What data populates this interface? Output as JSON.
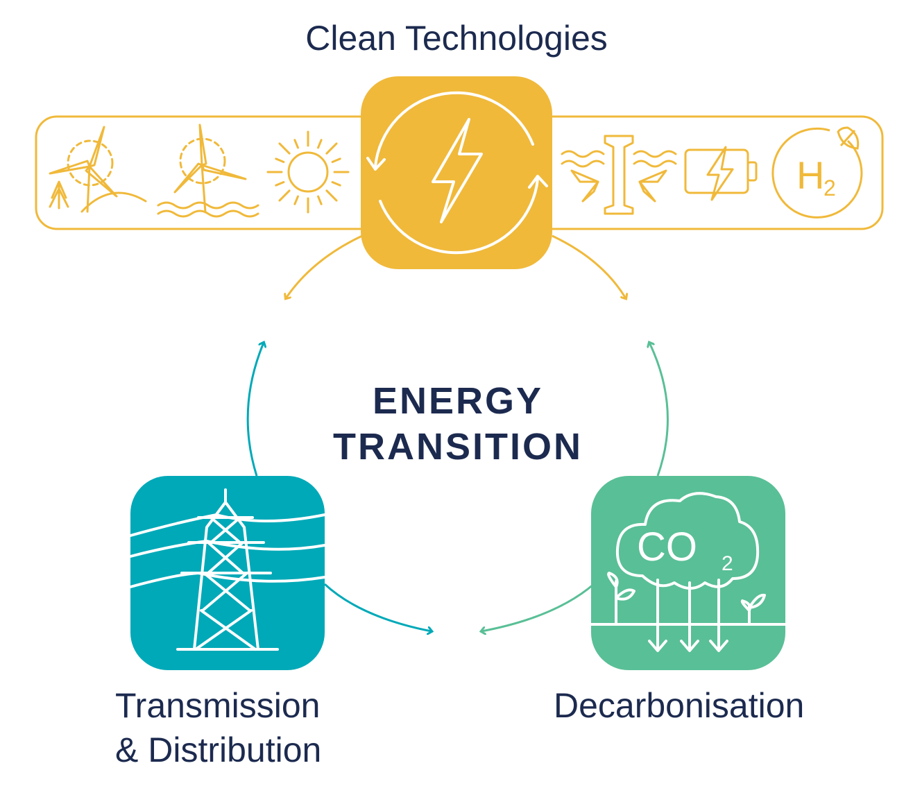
{
  "colors": {
    "clean": "#f0b93a",
    "transmission": "#00a9b8",
    "decarbon": "#59bf96",
    "text": "#1c2a4f"
  },
  "nodes": {
    "clean": {
      "title": "Clean Technologies",
      "icons": [
        "onshore-wind-icon",
        "offshore-wind-icon",
        "solar-icon",
        "energy-cycle-icon",
        "tidal-icon",
        "battery-icon",
        "hydrogen-icon"
      ],
      "hydrogen_label": "H",
      "hydrogen_sub": "2"
    },
    "center": {
      "line1": "ENERGY",
      "line2": "TRANSITION"
    },
    "transmission": {
      "line1": "Transmission",
      "line2": "& Distribution",
      "icon": "pylon-icon"
    },
    "decarbon": {
      "title": "Decarbonisation",
      "icon": "co2-cloud-icon",
      "co2_label": "CO",
      "co2_sub": "2"
    }
  }
}
